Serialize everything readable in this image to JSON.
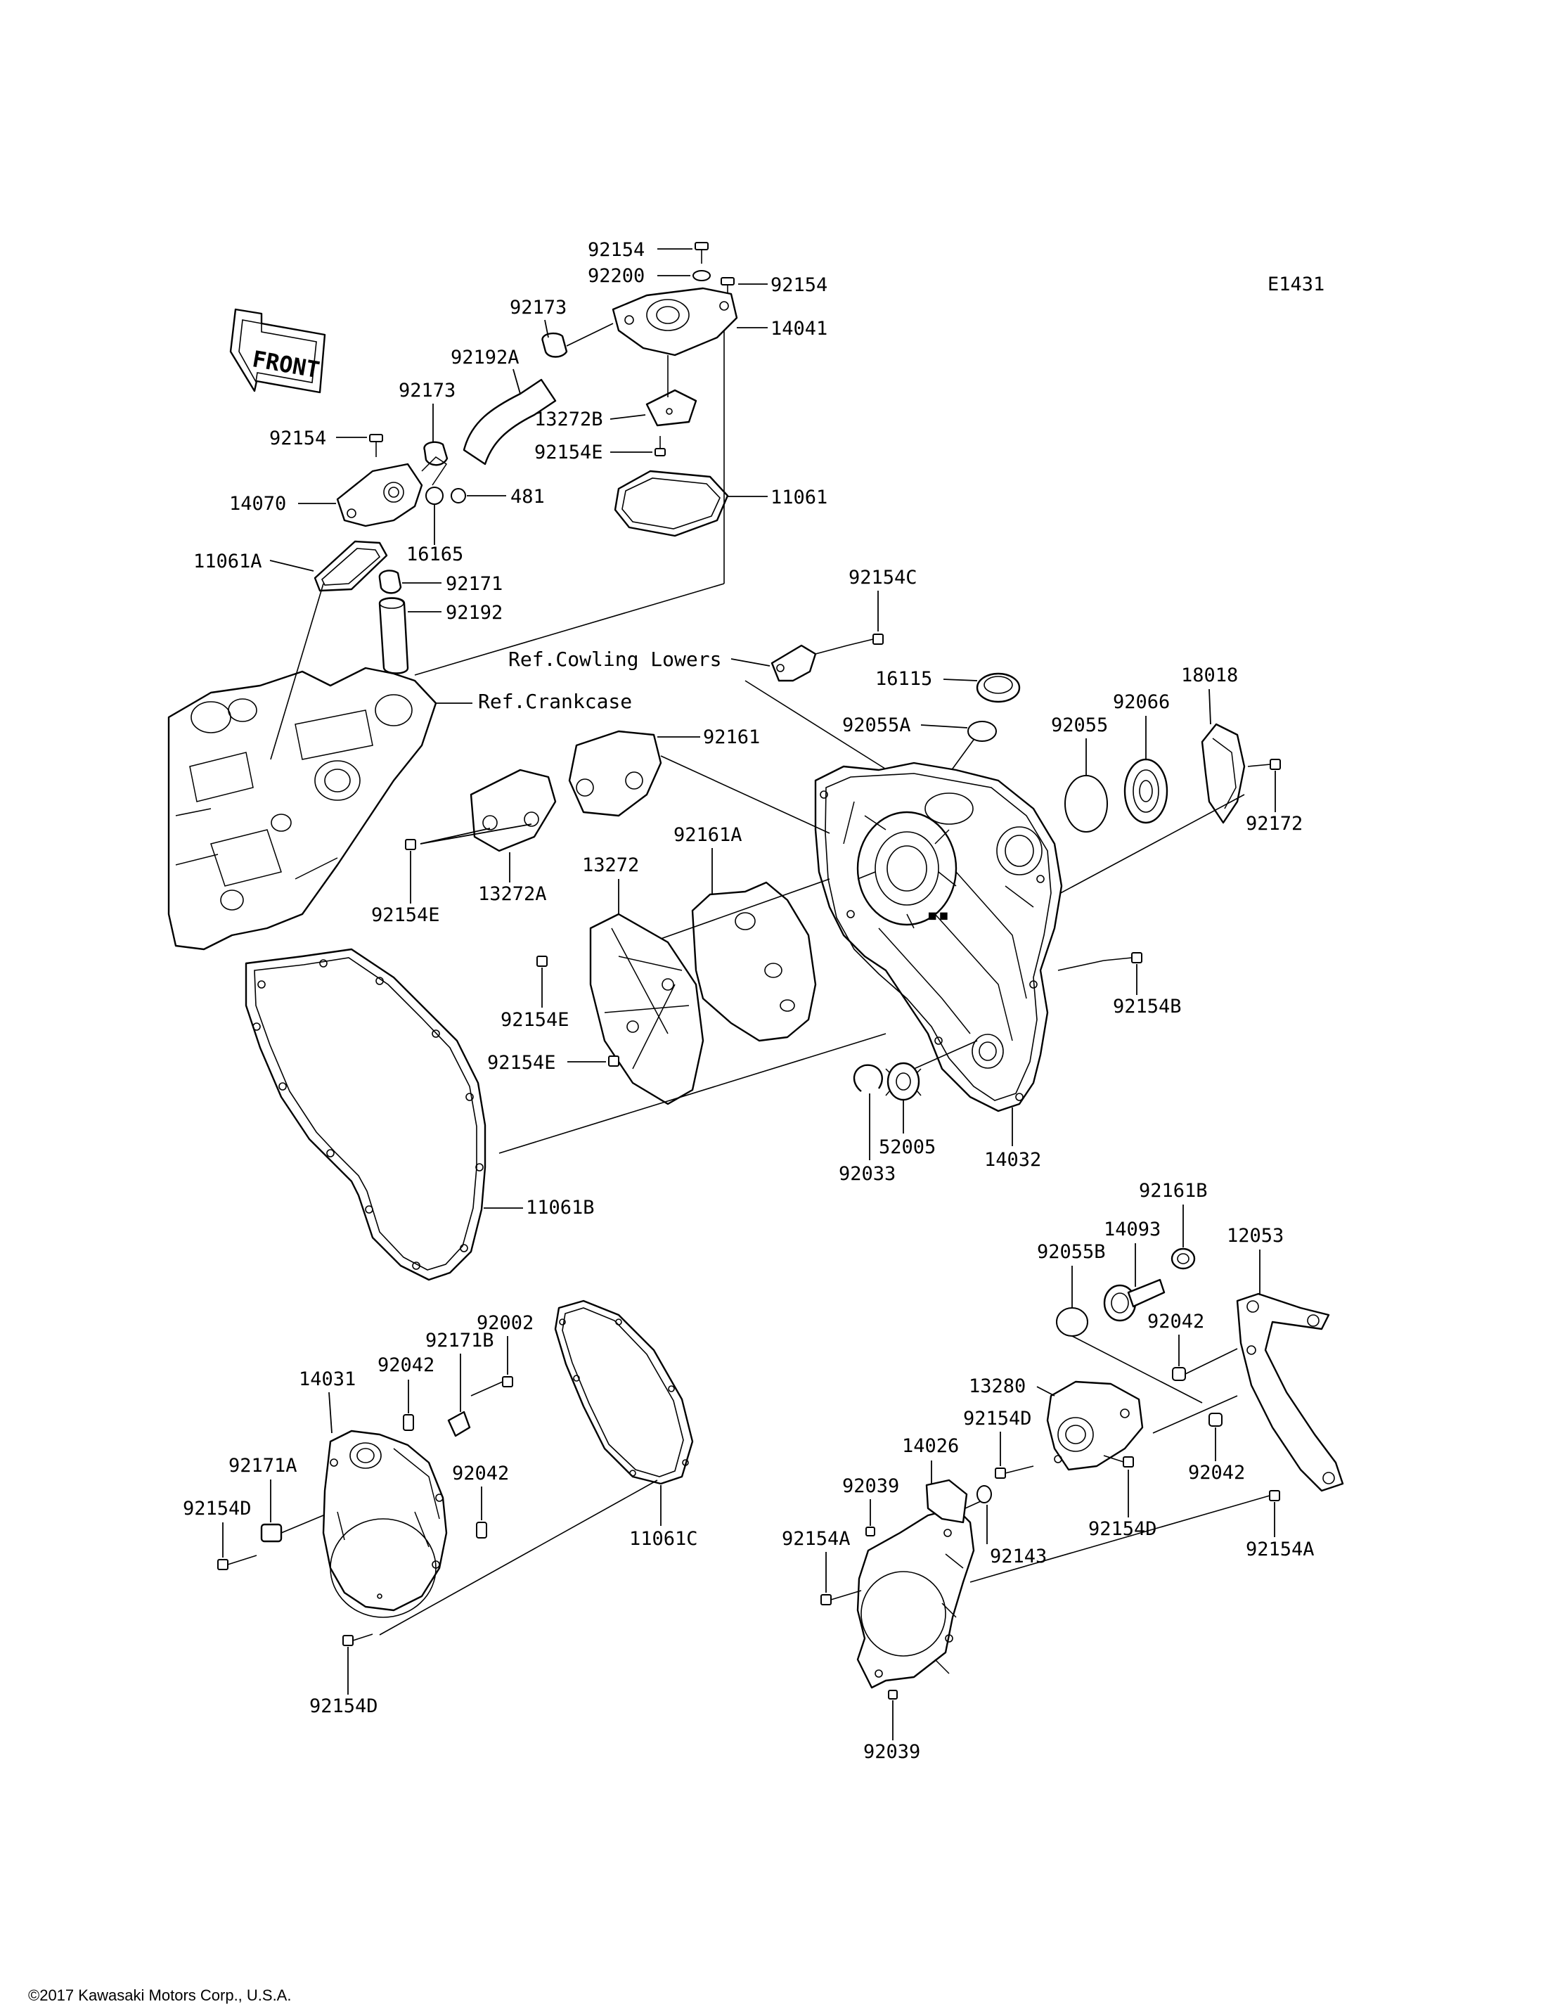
{
  "diagram_code": "E1431",
  "front_label": "FRONT",
  "references": {
    "cowling": "Ref.Cowling Lowers",
    "crankcase": "Ref.Crankcase"
  },
  "parts": {
    "p92154_top": "92154",
    "p92200": "92200",
    "p92154_right": "92154",
    "p14041": "14041",
    "p92173_a": "92173",
    "p92192A": "92192A",
    "p92173_b": "92173",
    "p13272B": "13272B",
    "p92154E_top": "92154E",
    "p92154_left": "92154",
    "p14070": "14070",
    "p481": "481",
    "p11061": "11061",
    "p16165": "16165",
    "p11061A": "11061A",
    "p92171": "92171",
    "p92192": "92192",
    "p92154C": "92154C",
    "p16115": "16115",
    "p18018": "18018",
    "p92055A": "92055A",
    "p92055": "92055",
    "p92066": "92066",
    "p92161": "92161",
    "p92172": "92172",
    "p92154E_mid": "92154E",
    "p13272A": "13272A",
    "p13272": "13272",
    "p92161A": "92161A",
    "p92154B": "92154B",
    "p92154E_low": "92154E",
    "p92154E_bot": "92154E",
    "p52005": "52005",
    "p92033": "92033",
    "p14032": "14032",
    "p11061B": "11061B",
    "p92161B": "92161B",
    "p14093": "14093",
    "p12053": "12053",
    "p92055B": "92055B",
    "p92042_r1": "92042",
    "p92002": "92002",
    "p92171B": "92171B",
    "p14031": "14031",
    "p92042_l1": "92042",
    "p13280": "13280",
    "p92154D_r1": "92154D",
    "p14026": "14026",
    "p92042_r2": "92042",
    "p92171A": "92171A",
    "p92042_l2": "92042",
    "p92039_top": "92039",
    "p92154D_l": "92154D",
    "p11061C": "11061C",
    "p92143": "92143",
    "p92154D_r2": "92154D",
    "p92154A_l": "92154A",
    "p92154A_r": "92154A",
    "p92154D_bot": "92154D",
    "p92039_bot": "92039"
  },
  "copyright": "©2017 Kawasaki Motors Corp., U.S.A."
}
